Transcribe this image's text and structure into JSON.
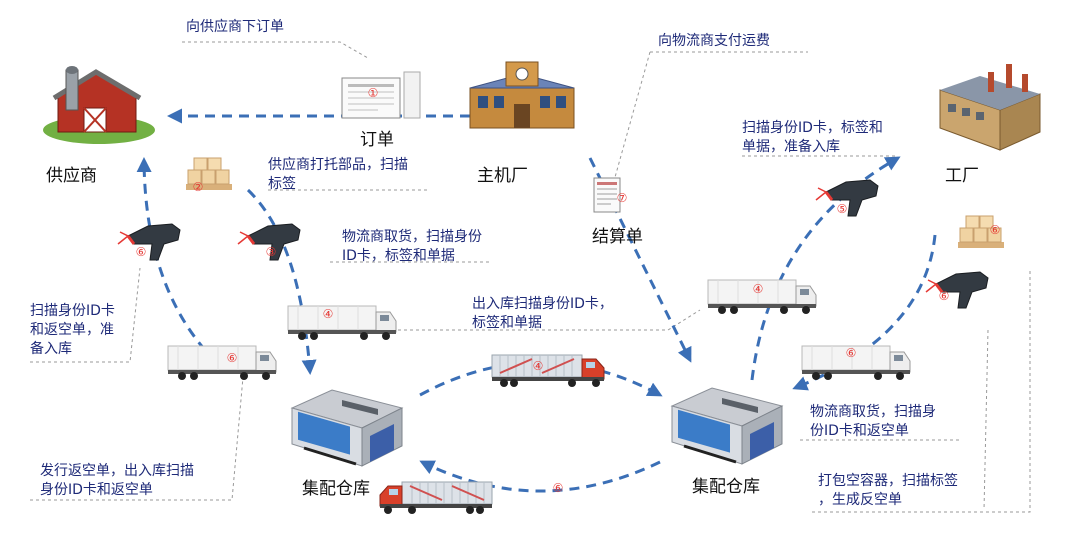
{
  "nodes": {
    "supplier": "供应商",
    "oem": "主机厂",
    "plant": "工厂",
    "order": "订单",
    "statement": "结算单",
    "warehouse_left": "集配仓库",
    "warehouse_right": "集配仓库"
  },
  "notes": {
    "n1": "向供应商下订单",
    "n2": "向物流商支付运费",
    "n3": [
      "供应商打托部品，扫描",
      "标签"
    ],
    "n4": [
      "物流商取货，扫描身份",
      "ID卡，标签和单据"
    ],
    "n5": [
      "扫描身份ID卡，标签和",
      "单据，准备入库"
    ],
    "n6": [
      "出入库扫描身份ID卡，",
      "标签和单据"
    ],
    "n7": [
      "扫描身份ID卡",
      "和返空单，准",
      "备入库"
    ],
    "n8": [
      "物流商取货，扫描身",
      "份ID卡和返空单"
    ],
    "n9": [
      "发行返空单，出入库扫描",
      "身份ID卡和返空单"
    ],
    "n10": [
      "打包空容器，扫描标签",
      "，生成反空单"
    ]
  },
  "step_numbers": {
    "order": "①",
    "pallet_left": "②",
    "scanner_left": "③",
    "truck_left": "④",
    "truck_mid": "④",
    "truck_right": "④",
    "scanner_right": "⑤",
    "scanner_return_left": "⑥",
    "truck_return_left": "⑥",
    "truck_return_bottom": "⑥",
    "truck_return_right": "⑥",
    "pallet_right": "⑥",
    "scanner_return_right": "⑥",
    "statement": "⑦"
  },
  "colors": {
    "flow_arrow": "#3b6fb6",
    "leader_line": "#999999",
    "note_text": "#1e2a78",
    "step_number": "#e53935"
  }
}
